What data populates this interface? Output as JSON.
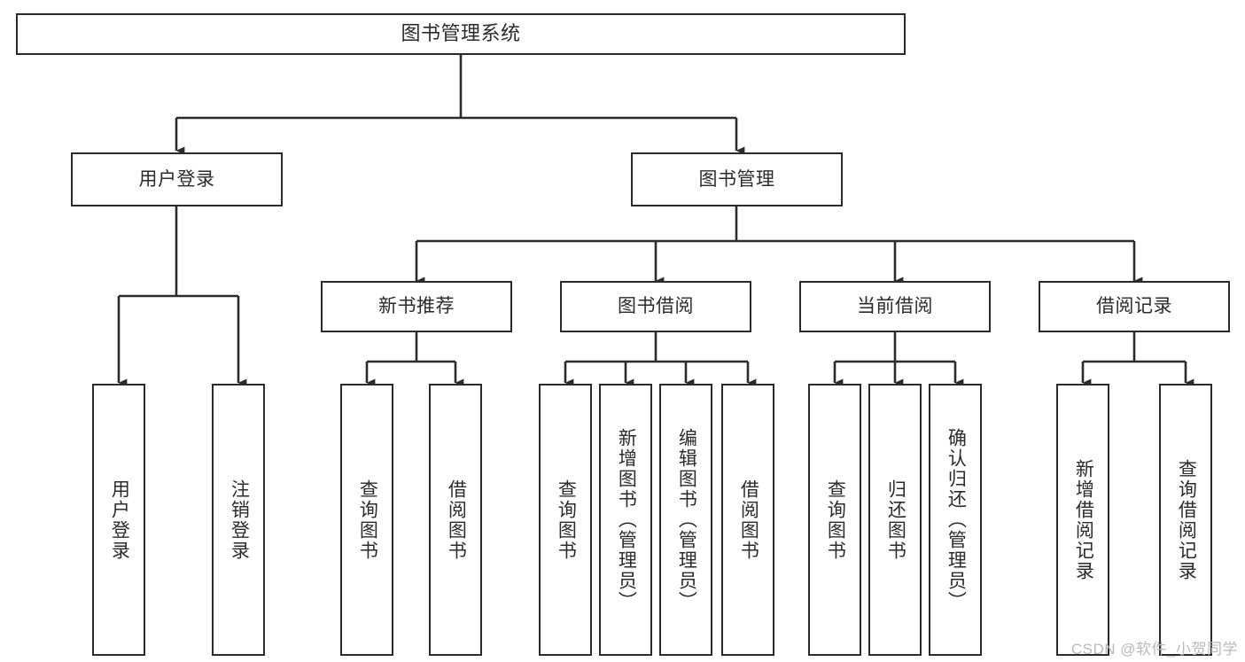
{
  "diagram": {
    "title": "图书管理系统",
    "type": "tree-hierarchy",
    "orientation": "top-down",
    "stroke_color": "#2b2b2b",
    "fill_color": "#ffffff",
    "background": "#ffffff"
  },
  "root": {
    "label": "图书管理系统"
  },
  "level1": [
    {
      "label": "用户登录"
    },
    {
      "label": "图书管理"
    }
  ],
  "level2": [
    {
      "label": "新书推荐"
    },
    {
      "label": "图书借阅"
    },
    {
      "label": "当前借阅"
    },
    {
      "label": "借阅记录"
    }
  ],
  "leaves": {
    "user_login": [
      {
        "label": "用户登录"
      },
      {
        "label": "注销登录"
      }
    ],
    "new_book_recommend": [
      {
        "label": "查询图书"
      },
      {
        "label": "借阅图书"
      }
    ],
    "book_borrow": [
      {
        "label": "查询图书"
      },
      {
        "label": "新增图书（管理员）"
      },
      {
        "label": "编辑图书（管理员）"
      },
      {
        "label": "借阅图书"
      }
    ],
    "current_borrow": [
      {
        "label": "查询图书"
      },
      {
        "label": "归还图书"
      },
      {
        "label": "确认归还（管理员）"
      }
    ],
    "borrow_record": [
      {
        "label": "新增借阅记录"
      },
      {
        "label": "查询借阅记录"
      }
    ]
  },
  "watermark": {
    "text": "CSDN @软件_小贺同学"
  }
}
